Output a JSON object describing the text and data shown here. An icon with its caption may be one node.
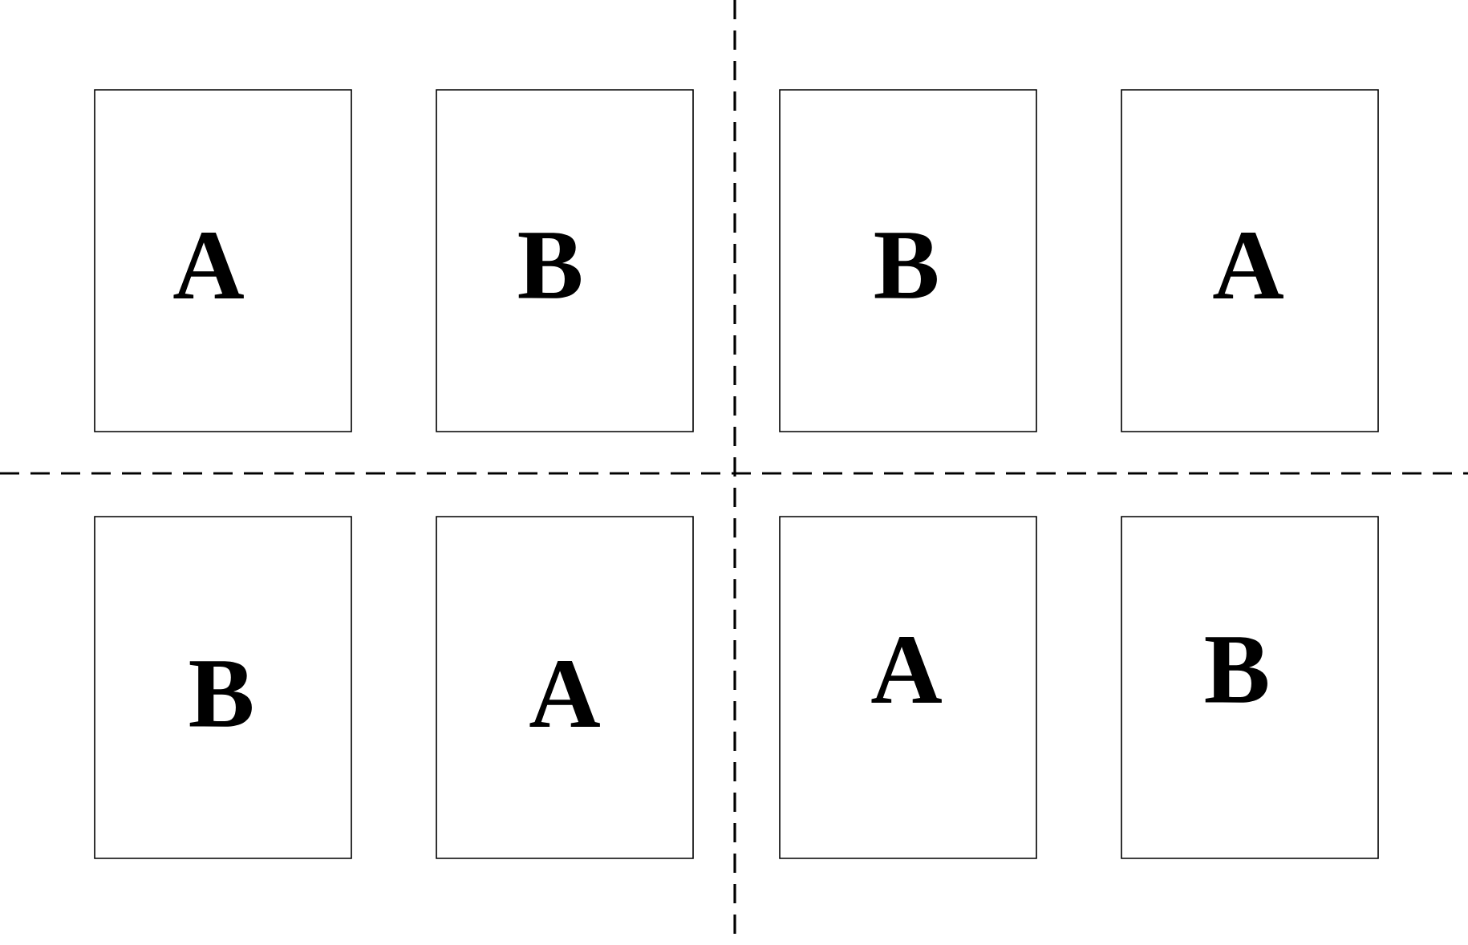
{
  "diagram": {
    "nodes": [
      {
        "text": [
          "A"
        ]
      },
      {
        "text": [
          "B"
        ]
      },
      {
        "text": [
          "B"
        ]
      },
      {
        "text": [
          "A"
        ]
      },
      {
        "text": [
          "B"
        ]
      },
      {
        "text": [
          "A"
        ]
      },
      {
        "text": [
          "A"
        ]
      },
      {
        "text": [
          "B"
        ]
      }
    ]
  }
}
